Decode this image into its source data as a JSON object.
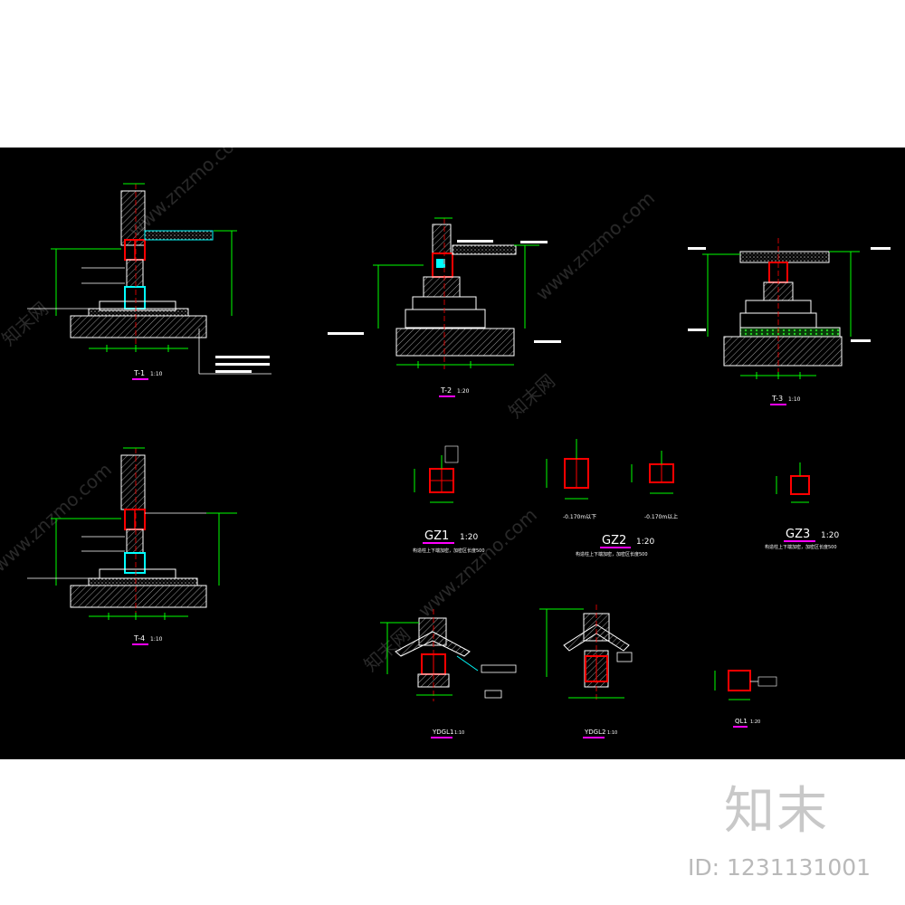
{
  "watermark": {
    "site": "www.znzmo.com",
    "brand_cn": "知末网",
    "brand": "知末",
    "id_text": "ID: 1231131001"
  },
  "colors": {
    "background": "#000000",
    "outline": "#ffffff",
    "dimension": "#00ff00",
    "column": "#ff0000",
    "leader": "#00ffff",
    "hatch": "#9a9a9a",
    "tag": "#ff00ff",
    "text": "#ffffff"
  },
  "sections": [
    {
      "id": "T-1",
      "title": "T-1",
      "scale": "1:10"
    },
    {
      "id": "T-2",
      "title": "T-2",
      "scale": "1:20"
    },
    {
      "id": "T-3",
      "title": "T-3",
      "scale": "1:10"
    },
    {
      "id": "T-4",
      "title": "T-4",
      "scale": "1:10"
    }
  ],
  "columns": [
    {
      "id": "GZ1",
      "title": "GZ1",
      "scale": "1:20",
      "note": "构造柱上下端加密，加密区长度500"
    },
    {
      "id": "GZ2",
      "title": "GZ2",
      "scale": "1:20",
      "note": "构造柱上下端加密，加密区长度500",
      "elev_a": "-0.170m以下",
      "elev_b": "-0.170m以上"
    },
    {
      "id": "GZ3",
      "title": "GZ3",
      "scale": "1:20",
      "note": "构造柱上下端加密，加密区长度500"
    }
  ],
  "beams": [
    {
      "id": "YDGL1",
      "title": "YDGL1",
      "scale": "1:10"
    },
    {
      "id": "YDGL2",
      "title": "YDGL2",
      "scale": "1:10"
    },
    {
      "id": "QL1",
      "title": "QL1",
      "scale": "1:20"
    }
  ]
}
